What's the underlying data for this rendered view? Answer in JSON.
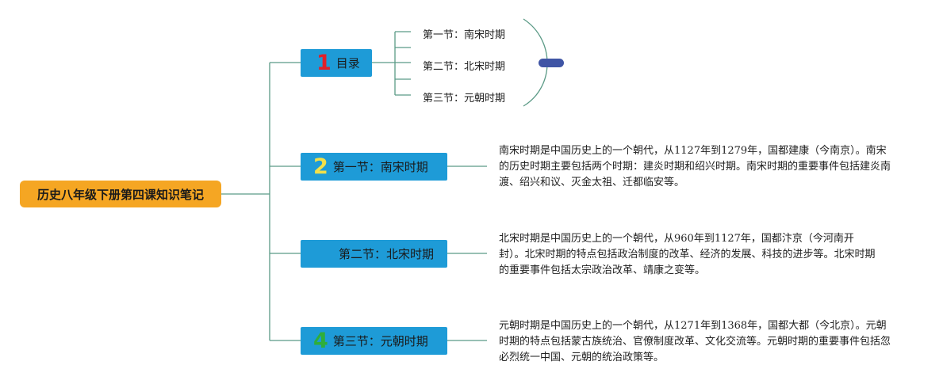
{
  "root": {
    "label": "历史八年级下册第四课知识笔记"
  },
  "topics": [
    {
      "number": "1",
      "number_color": "#e0202a",
      "label": "目录"
    },
    {
      "number": "2",
      "number_color": "#f2e04a",
      "label": "第一节：南宋时期"
    },
    {
      "number": "",
      "number_color": "#1e9bd7",
      "label": "第二节：北宋时期"
    },
    {
      "number": "4",
      "number_color": "#2fae3a",
      "label": "第三节：元朝时期"
    }
  ],
  "toc_items": [
    {
      "label": "第一节：南宋时期"
    },
    {
      "label": "第二节：北宋时期"
    },
    {
      "label": "第三节：元朝时期"
    }
  ],
  "notes": [
    {
      "text": "南宋时期是中国历史上的一个朝代，从1127年到1279年，国都建康（今南京）。南宋的历史时期主要包括两个时期：建炎时期和绍兴时期。南宋时期的重要事件包括建炎南渡、绍兴和议、灭金太祖、迁都临安等。"
    },
    {
      "text": "北宋时期是中国历史上的一个朝代，从960年到1127年，国都汴京（今河南开封）。北宋时期的特点包括政治制度的改革、经济的发展、科技的进步等。北宋时期的重要事件包括太宗政治改革、靖康之变等。"
    },
    {
      "text": "元朝时期是中国历史上的一个朝代，从1271年到1368年，国都大都（今北京）。元朝时期的特点包括蒙古族统治、官僚制度改革、文化交流等。元朝时期的重要事件包括忽必烈统一中国、元朝的统治政策等。"
    }
  ],
  "colors": {
    "root_bg": "#f5a623",
    "topic_bg": "#1e9bd7",
    "connector": "#5b9a86",
    "summary": "#3f55a5"
  }
}
